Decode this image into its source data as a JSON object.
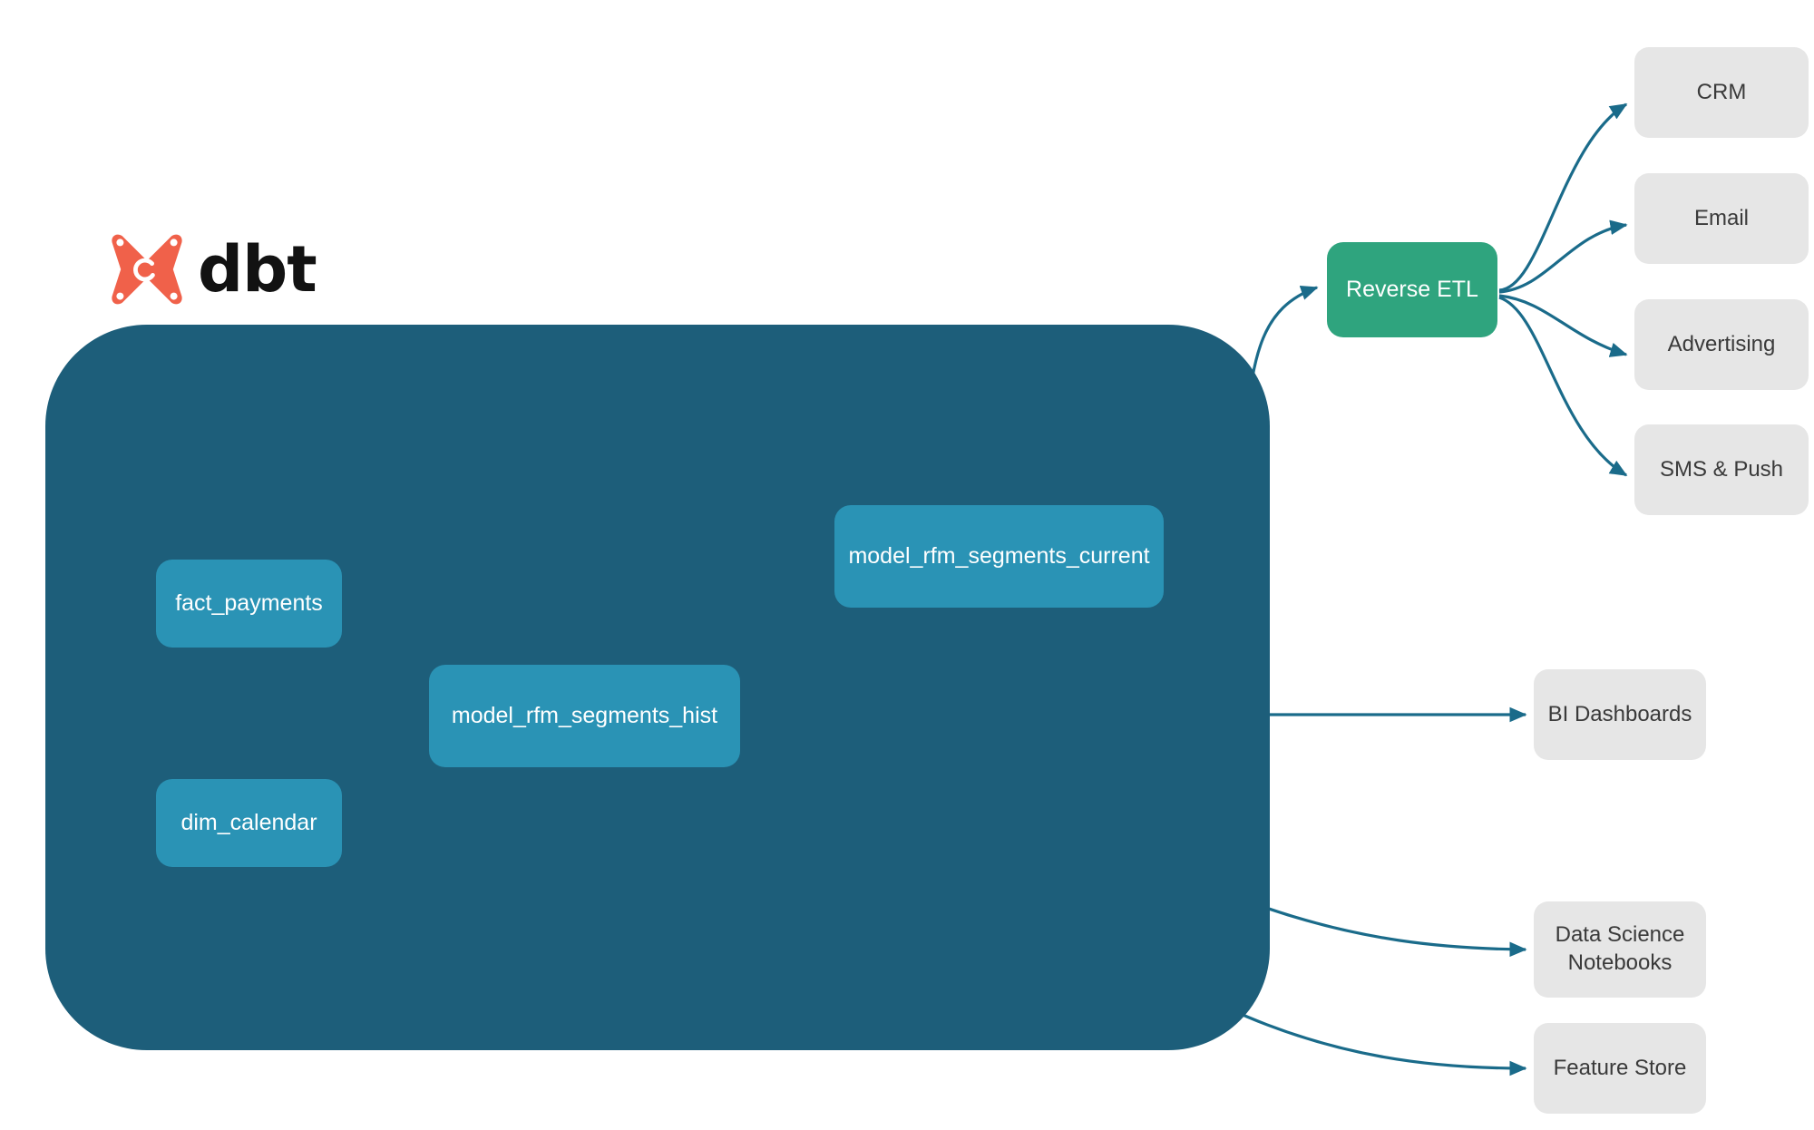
{
  "brand": {
    "logo_icon": "dbt-x-mark-icon",
    "wordmark": "dbt",
    "logo_color": "#f0614a"
  },
  "colors": {
    "canvas": "#ffffff",
    "warehouse_fill": "#1d5e7a",
    "model_node_fill": "#2a93b5",
    "reverse_etl_fill": "#2fa47e",
    "destination_fill": "#e6e6e6",
    "edge_internal": "#2f8aa8",
    "edge_external": "#1a6b8a"
  },
  "warehouse": {
    "name": "dbt-warehouse-container",
    "models": [
      {
        "id": "fact_payments",
        "label": "fact_payments"
      },
      {
        "id": "dim_calendar",
        "label": "dim_calendar"
      },
      {
        "id": "model_rfm_segments_hist",
        "label": "model_rfm_segments_hist"
      },
      {
        "id": "model_rfm_segments_current",
        "label": "model_rfm_segments_current"
      }
    ]
  },
  "activation": {
    "reverse_etl": {
      "label": "Reverse ETL"
    },
    "destinations": [
      {
        "id": "crm",
        "label": "CRM"
      },
      {
        "id": "email",
        "label": "Email"
      },
      {
        "id": "advertising",
        "label": "Advertising"
      },
      {
        "id": "sms_push",
        "label": "SMS & Push"
      }
    ]
  },
  "consumers": [
    {
      "id": "bi_dashboards",
      "label": "BI Dashboards"
    },
    {
      "id": "ds_notebooks",
      "label": "Data Science\nNotebooks",
      "line1": "Data Science",
      "line2": "Notebooks"
    },
    {
      "id": "feature_store",
      "label": "Feature Store"
    }
  ],
  "edges": [
    {
      "from": "fact_payments",
      "to": "model_rfm_segments_hist",
      "style": "internal"
    },
    {
      "from": "dim_calendar",
      "to": "model_rfm_segments_hist",
      "style": "internal"
    },
    {
      "from": "model_rfm_segments_hist",
      "to": "model_rfm_segments_current",
      "style": "internal"
    },
    {
      "from": "model_rfm_segments_current",
      "to": "reverse_etl",
      "style": "external"
    },
    {
      "from": "model_rfm_segments_hist",
      "to": "bi_dashboards",
      "style": "external"
    },
    {
      "from": "model_rfm_segments_hist",
      "to": "ds_notebooks",
      "style": "external"
    },
    {
      "from": "model_rfm_segments_hist",
      "to": "feature_store",
      "style": "external"
    },
    {
      "from": "reverse_etl",
      "to": "crm",
      "style": "external"
    },
    {
      "from": "reverse_etl",
      "to": "email",
      "style": "external"
    },
    {
      "from": "reverse_etl",
      "to": "advertising",
      "style": "external"
    },
    {
      "from": "reverse_etl",
      "to": "sms_push",
      "style": "external"
    }
  ]
}
